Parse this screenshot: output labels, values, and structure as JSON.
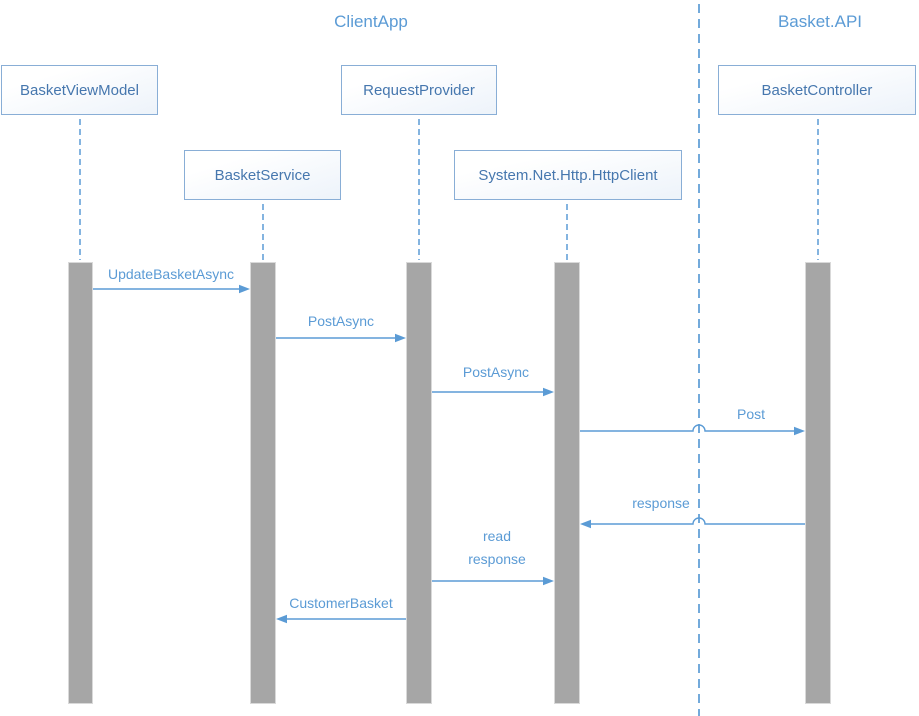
{
  "groups": [
    {
      "label": "ClientApp"
    },
    {
      "label": "Basket.API"
    }
  ],
  "participants": [
    {
      "label": "BasketViewModel",
      "group": "ClientApp"
    },
    {
      "label": "BasketService",
      "group": "ClientApp"
    },
    {
      "label": "RequestProvider",
      "group": "ClientApp"
    },
    {
      "label": "System.Net.Http.HttpClient",
      "group": "ClientApp"
    },
    {
      "label": "BasketController",
      "group": "Basket.API"
    }
  ],
  "messages": [
    {
      "label": "UpdateBasketAsync",
      "from": "BasketViewModel",
      "to": "BasketService",
      "direction": "right"
    },
    {
      "label": "PostAsync",
      "from": "BasketService",
      "to": "RequestProvider",
      "direction": "right"
    },
    {
      "label": "PostAsync",
      "from": "RequestProvider",
      "to": "System.Net.Http.HttpClient",
      "direction": "right"
    },
    {
      "label": "Post",
      "from": "System.Net.Http.HttpClient",
      "to": "BasketController",
      "direction": "right"
    },
    {
      "label": "response",
      "from": "BasketController",
      "to": "System.Net.Http.HttpClient",
      "direction": "left"
    },
    {
      "label": "read response",
      "from": "RequestProvider",
      "to": "System.Net.Http.HttpClient",
      "direction": "right"
    },
    {
      "label": "CustomerBasket",
      "from": "RequestProvider",
      "to": "BasketService",
      "direction": "left"
    }
  ],
  "colors": {
    "accent": "#5b9bd5",
    "box_border": "#89aed6",
    "box_text": "#4677ae",
    "bar_fill": "#a6a6a6"
  }
}
